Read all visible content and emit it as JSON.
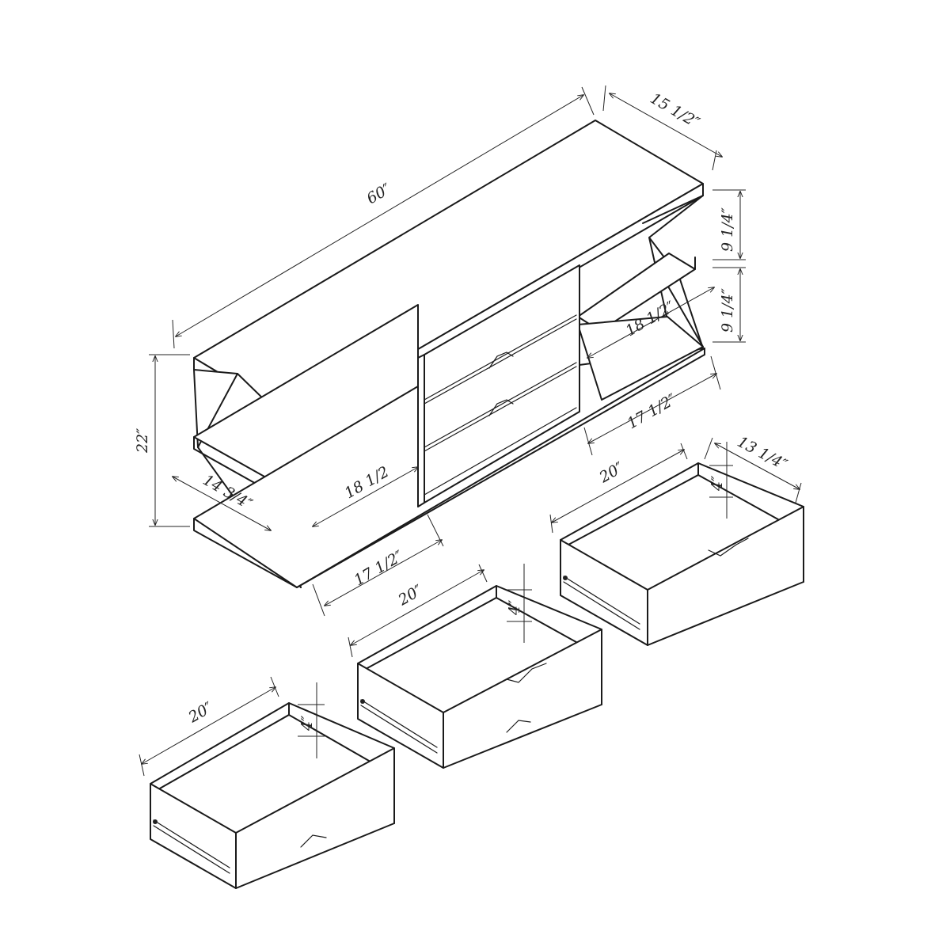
{
  "dimensions": {
    "total_width": "60″",
    "depth": "15 1/2″",
    "upper_gap": "9 1/4″",
    "lower_gap": "9 1/4″",
    "total_height": "22″",
    "right_shelf_depth": "18 1/2″",
    "right_shelf_width": "17 1/2″",
    "left_shelf_depth": "18 1/2",
    "left_shelf_side": "14 3/4″",
    "left_shelf_width": "17 1/2″"
  },
  "drawers": [
    {
      "width": "20″",
      "height": "4″",
      "depth": "13 1/4″"
    },
    {
      "width": "20″",
      "height": "4″"
    },
    {
      "width": "20″",
      "height": "4″"
    }
  ]
}
